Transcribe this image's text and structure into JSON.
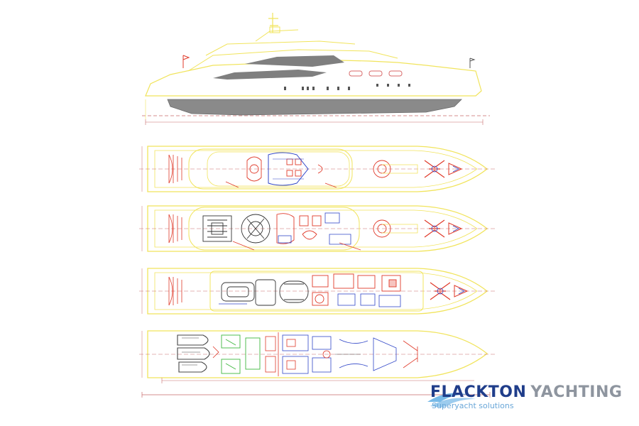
{
  "drawing": {
    "views": [
      {
        "id": "profile",
        "kind": "side-elevation"
      },
      {
        "id": "sun-deck",
        "kind": "deck-plan"
      },
      {
        "id": "bridge-deck",
        "kind": "deck-plan"
      },
      {
        "id": "main-deck",
        "kind": "deck-plan"
      },
      {
        "id": "lower-deck",
        "kind": "deck-plan"
      }
    ],
    "colors": {
      "outline": "#f1e45c",
      "hull": "#8a8a8a",
      "furniture_red": "#e03a2a",
      "furniture_blue": "#3147c8",
      "furniture_green": "#3fb83f",
      "dimension": "#c86a6a",
      "tender": "#444444"
    }
  },
  "logo": {
    "word1": "FLACKTON",
    "word2": "YACHTING",
    "tagline": "Superyacht solutions",
    "colors": {
      "word1": "#1f3d8a",
      "word2": "#8e959f",
      "tagline": "#6aa7d8",
      "wave": "#4aa3e0"
    }
  }
}
